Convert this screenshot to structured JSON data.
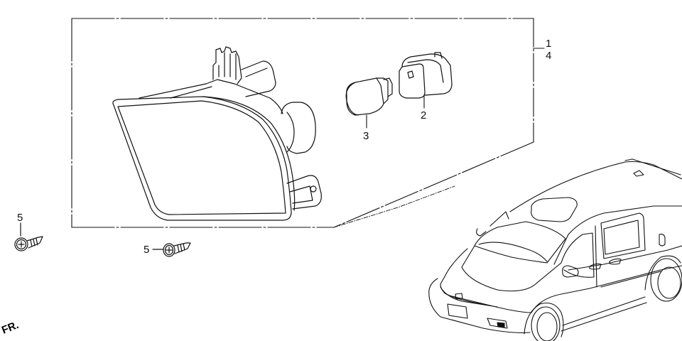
{
  "diagram": {
    "type": "exploded-parts-diagram",
    "subject": "front fog light assembly",
    "callouts": [
      {
        "id": "callout-1",
        "label": "1",
        "part": "fog-light-assembly"
      },
      {
        "id": "callout-4",
        "label": "4",
        "part": "fog-light-assembly-alt"
      },
      {
        "id": "callout-2",
        "label": "2",
        "part": "bulb-socket"
      },
      {
        "id": "callout-3",
        "label": "3",
        "part": "bulb"
      },
      {
        "id": "callout-5a",
        "label": "5",
        "part": "tapping-screw"
      },
      {
        "id": "callout-5b",
        "label": "5",
        "part": "tapping-screw"
      }
    ],
    "direction_marker": "FR.",
    "vehicle": "minivan"
  },
  "colors": {
    "line": "#111111",
    "background": "#ffffff"
  }
}
